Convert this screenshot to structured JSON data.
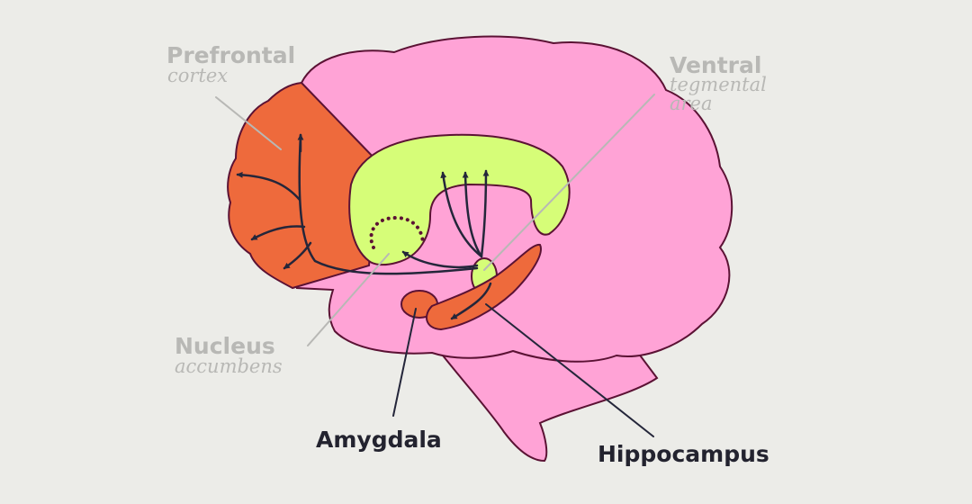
{
  "colors": {
    "background": "#ecece8",
    "brain": "#ffa3d6",
    "prefrontal": "#ee6a3c",
    "limbic": "#d6fd78",
    "outline": "#5b1234",
    "arrows": "#24263a",
    "label_grey": "#b8b8b5",
    "label_dark": "#23232f"
  },
  "labels": {
    "prefrontal": {
      "main": "Prefrontal",
      "sub": "cortex"
    },
    "vta": {
      "main": "Ventral",
      "sub1": "tegmental",
      "sub2": "area"
    },
    "nucleus": {
      "main": "Nucleus",
      "sub": "accumbens"
    },
    "amygdala": {
      "main": "Amygdala"
    },
    "hippocampus": {
      "main": "Hippocampus"
    }
  }
}
